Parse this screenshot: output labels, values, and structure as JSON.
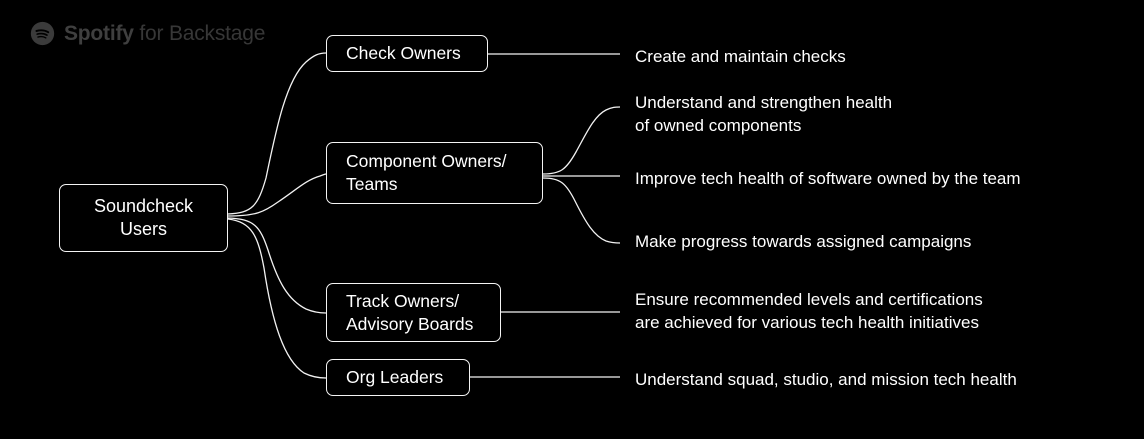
{
  "brand": {
    "icon": "spotify-logo-icon",
    "name": "Spotify",
    "suffix": " for Backstage",
    "color": "#3b3b3b"
  },
  "diagram": {
    "type": "mind-map",
    "background": "#000000",
    "stroke": "#f2f2f2",
    "text_color": "#ffffff",
    "root": {
      "line1": "Soundcheck",
      "line2": "Users"
    },
    "branches": [
      {
        "id": "check-owners",
        "line1": "Check Owners",
        "line2": "",
        "descriptions": [
          {
            "line1": "Create and maintain checks",
            "line2": ""
          }
        ]
      },
      {
        "id": "component-owners",
        "line1": "Component Owners/",
        "line2": "Teams",
        "descriptions": [
          {
            "line1": "Understand and strengthen health",
            "line2": "of owned components"
          },
          {
            "line1": "Improve tech health of software owned by the team",
            "line2": ""
          },
          {
            "line1": "Make progress towards assigned campaigns",
            "line2": ""
          }
        ]
      },
      {
        "id": "track-owners",
        "line1": "Track Owners/",
        "line2": "Advisory Boards",
        "descriptions": [
          {
            "line1": "Ensure recommended levels and certifications",
            "line2": "are achieved for various tech health initiatives"
          }
        ]
      },
      {
        "id": "org-leaders",
        "line1": "Org Leaders",
        "line2": "",
        "descriptions": [
          {
            "line1": "Understand squad, studio, and mission tech health",
            "line2": ""
          }
        ]
      }
    ]
  }
}
